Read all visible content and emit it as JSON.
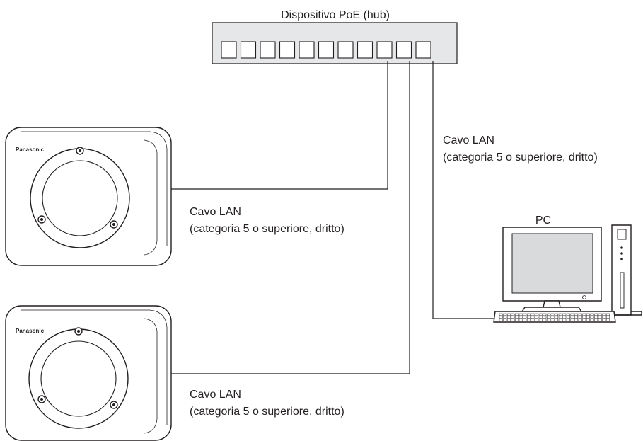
{
  "hub": {
    "label": "Dispositivo PoE (hub)",
    "port_count": 11
  },
  "cameras": [
    {
      "brand": "Panasonic",
      "cable_label_1": "Cavo LAN",
      "cable_label_2": "(categoria 5 o superiore, dritto)"
    },
    {
      "brand": "Panasonic",
      "cable_label_1": "Cavo LAN",
      "cable_label_2": "(categoria 5 o superiore, dritto)"
    }
  ],
  "pc": {
    "label": "PC",
    "cable_label_1": "Cavo LAN",
    "cable_label_2": "(categoria 5 o superiore, dritto)"
  },
  "colors": {
    "line": "#231f20",
    "hub_fill": "#e6e7e8",
    "camera_body": "#ffffff",
    "screen": "#d9dadb"
  }
}
